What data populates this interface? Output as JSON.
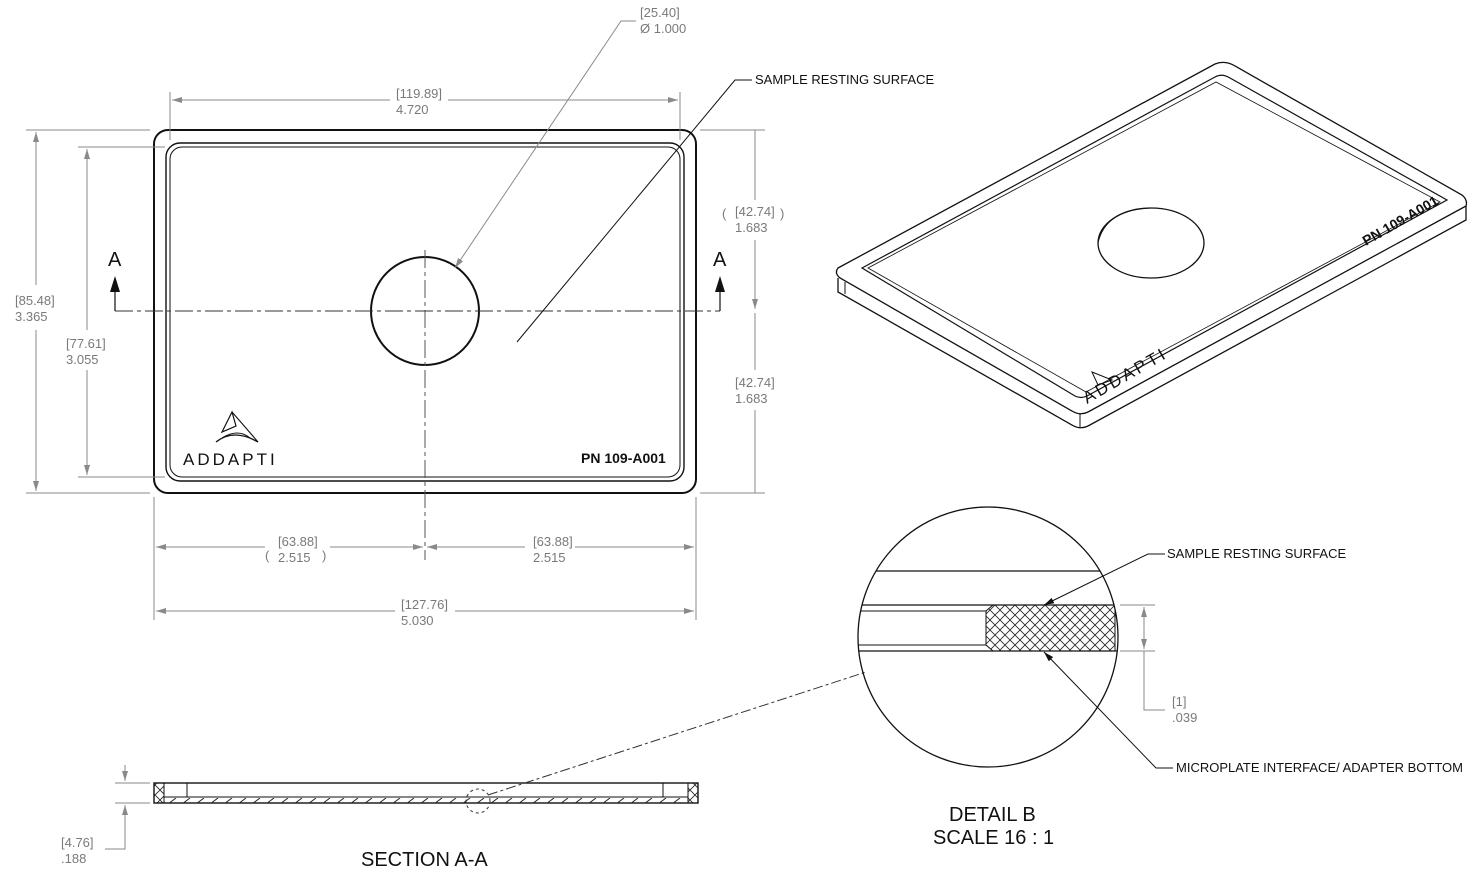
{
  "drawing": {
    "top_view": {
      "overall_width": {
        "mm": "[119.89]",
        "in": "4.720"
      },
      "hole_diameter": {
        "mm": "[25.40]",
        "in": "Ø 1.000"
      },
      "overall_height": {
        "mm": "[85.48]",
        "in": "3.365"
      },
      "inner_height": {
        "mm": "[77.61]",
        "in": "3.055"
      },
      "upper_half": {
        "mm": "[42.74]",
        "in": "1.683"
      },
      "lower_half": {
        "mm": "[42.74]",
        "in": "1.683"
      },
      "left_half_width": {
        "mm": "[63.88]",
        "in": "2.515"
      },
      "right_half_width": {
        "mm": "[63.88]",
        "in": "2.515"
      },
      "total_width": {
        "mm": "[127.76]",
        "in": "5.030"
      },
      "section_marker_left": "A",
      "section_marker_right": "A",
      "callout_surface": "SAMPLE RESTING SURFACE",
      "brand_text": "ADDAPTI",
      "part_number": "PN 109-A001"
    },
    "iso_view": {
      "brand_text": "ADDAPTI",
      "part_number": "PN 109-A001"
    },
    "section_view": {
      "thickness": {
        "mm": "[4.76]",
        "in": ".188"
      },
      "title": "SECTION A-A"
    },
    "detail_view": {
      "callout_top": "SAMPLE RESTING SURFACE",
      "callout_bottom": "MICROPLATE INTERFACE/ ADAPTER BOTTOM",
      "thickness": {
        "mm": "[1]",
        "in": ".039"
      },
      "title": "DETAIL B",
      "scale": "SCALE 16 : 1"
    }
  }
}
